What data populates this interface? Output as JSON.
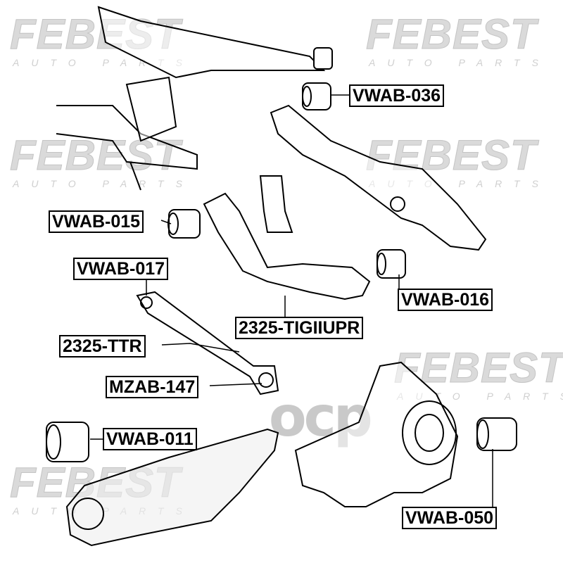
{
  "watermark": {
    "brand": "FEBEST",
    "sub": "AUTO PARTS",
    "center_logo": "ocp"
  },
  "labels": {
    "vwab_036": "VWAB-036",
    "vwab_015": "VWAB-015",
    "vwab_017": "VWAB-017",
    "vwab_016": "VWAB-016",
    "tigiiupr": "2325-TIGIIUPR",
    "ttr": "2325-TTR",
    "mzab_147": "MZAB-147",
    "vwab_011": "VWAB-011",
    "vwab_050": "VWAB-050"
  }
}
